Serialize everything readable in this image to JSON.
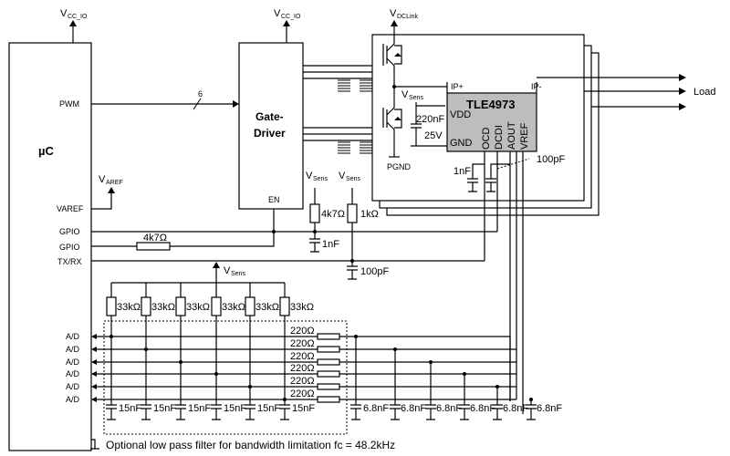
{
  "supplies": {
    "vcc": "V",
    "vcc_sub": "CC_IO",
    "vdc": "V",
    "vdc_sub": "DCLink",
    "vsens": "V",
    "vsens_sub": "Sens",
    "varef": "V",
    "varef_sub": "AREF"
  },
  "mcu": {
    "label": "µC",
    "pin_pwm": "PWM",
    "pin_varef": "VAREF",
    "pin_gpio1": "GPIO",
    "pin_gpio2": "GPIO",
    "pin_txrx": "TX/RX",
    "pins_ad": [
      "A/D",
      "A/D",
      "A/D",
      "A/D",
      "A/D",
      "A/D"
    ]
  },
  "gate_driver": {
    "line1": "Gate-",
    "line2": "Driver",
    "pin_en": "EN",
    "bus_width": "6"
  },
  "sensor": {
    "name": "TLE4973",
    "pin_vdd": "VDD",
    "pin_gnd": "GND",
    "pins_vertical": [
      "OCD",
      "DCDI",
      "AOUT",
      "VREF"
    ],
    "ip_plus": "IP+",
    "ip_minus": "IP-"
  },
  "components": {
    "c_vdd": "220nF",
    "c_vdd_rating": "25V",
    "c_ocd": "1nF",
    "c_aout": "100pF",
    "pgnd": "PGND",
    "r_pullup": "4k7Ω",
    "r_gpio": "1kΩ",
    "c_pullup": "1nF",
    "c_txrx": "100pF",
    "r_en": "4k7Ω",
    "r_33k": [
      "33kΩ",
      "33kΩ",
      "33kΩ",
      "33kΩ",
      "33kΩ",
      "33kΩ"
    ],
    "r_220": [
      "220Ω",
      "220Ω",
      "220Ω",
      "220Ω",
      "220Ω",
      "220Ω"
    ],
    "c_15n": [
      "15nF",
      "15nF",
      "15nF",
      "15nF",
      "15nF",
      "15nF"
    ],
    "c_6n8": [
      "6.8nF",
      "6.8nF",
      "6.8nF",
      "6.8nF",
      "6.8nF",
      "6.8nF"
    ]
  },
  "load_label": "Load",
  "footnote": "Optional low pass filter for bandwidth limitation fc = 48.2kHz"
}
